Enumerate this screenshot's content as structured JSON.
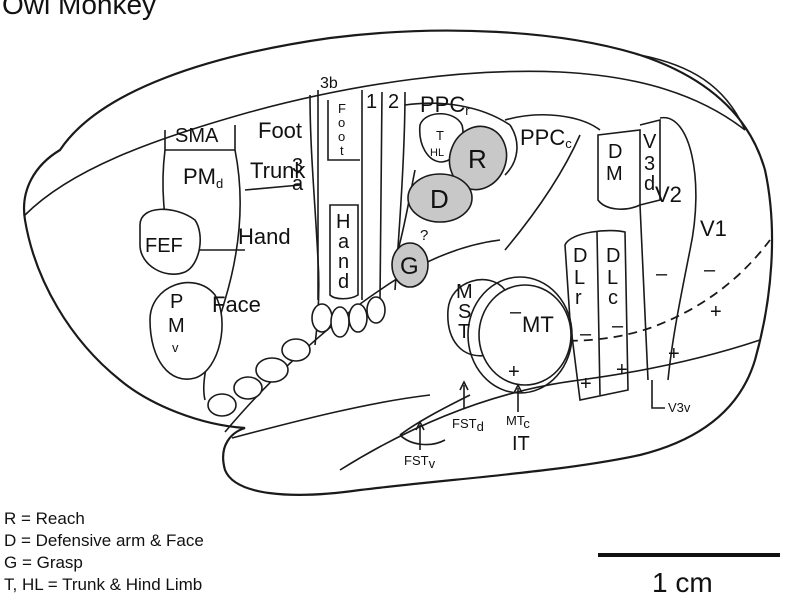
{
  "title": "Owl Monkey",
  "regions": {
    "sma": "SMA",
    "foot": "Foot",
    "pmd": "PM",
    "pmd_sub": "d",
    "trunk": "Trunk",
    "a3": "3",
    "a3_sub": "a",
    "b3": "3b",
    "foot_vertical": [
      "F",
      "o",
      "o",
      "t"
    ],
    "area1": "1",
    "area2": "2",
    "ppcr": "PPC",
    "ppcr_sub": "r",
    "t": "T",
    "hl": "HL",
    "r": "R",
    "d": "D",
    "q": "?",
    "g": "G",
    "ppcc": "PPC",
    "ppcc_sub": "c",
    "fef": "FEF",
    "hand": "Hand",
    "hand_vertical": [
      "H",
      "a",
      "n",
      "d"
    ],
    "face": "Face",
    "pmv": [
      "P",
      "M",
      "v"
    ],
    "dm": [
      "D",
      "M"
    ],
    "v3d": [
      "V",
      "3",
      "d"
    ],
    "v2": "V2",
    "v1": "V1",
    "dlr": [
      "D",
      "L",
      "r"
    ],
    "dlc": [
      "D",
      "L",
      "c"
    ],
    "mst": [
      "M",
      "S",
      "T"
    ],
    "mt": "MT",
    "fstd": "FST",
    "fstd_sub": "d",
    "fstv": "FST",
    "fstv_sub": "v",
    "mtc": "MT",
    "mtc_sub": "c",
    "it": "IT",
    "v3v": "V3v"
  },
  "signs": {
    "minus": "–",
    "plus": "+"
  },
  "legend": [
    "R = Reach",
    "D = Defensive arm & Face",
    "G = Grasp",
    "T, HL = Trunk & Hind Limb"
  ],
  "scale_bar": {
    "label": "1 cm"
  }
}
